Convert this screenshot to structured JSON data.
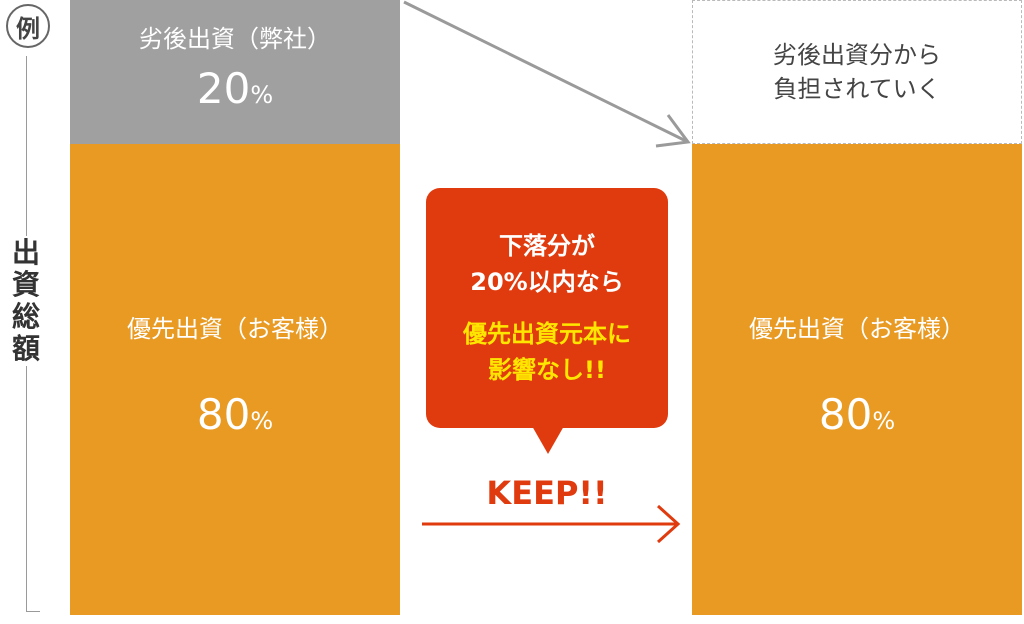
{
  "example_badge": "例",
  "axis_label": [
    "出",
    "資",
    "総",
    "額"
  ],
  "left_bar": {
    "subordinate_label": "劣後出資（弊社）",
    "subordinate_pct": "20",
    "senior_label": "優先出資（お客様）",
    "senior_pct": "80",
    "unit": "%"
  },
  "callout": {
    "line1": [
      "下落分が",
      "20%以内なら"
    ],
    "line2": [
      "優先出資元本に",
      "影響なし!!"
    ]
  },
  "keep_label": "KEEP!!",
  "right_bar": {
    "subordinate_note": [
      "劣後出資分から",
      "負担されていく"
    ],
    "senior_label": "優先出資（お客様）",
    "senior_pct": "80",
    "unit": "%"
  },
  "colors": {
    "senior_orange": "#e89a23",
    "subordinate_gray": "#a0a0a0",
    "callout_red": "#e03b0e",
    "highlight_yellow": "#ffe600",
    "arrow_gray": "#9a9a9a"
  }
}
